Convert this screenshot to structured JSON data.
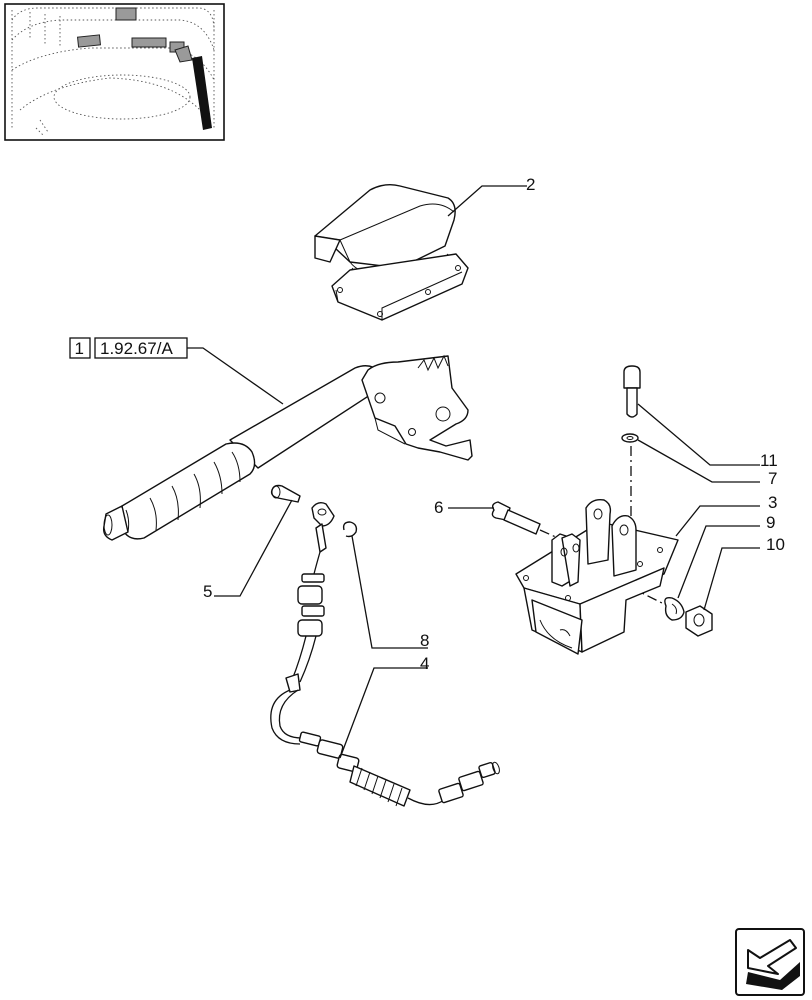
{
  "reference": {
    "box_number": "1",
    "box_code": "1.92.67/A"
  },
  "callouts": [
    "2",
    "11",
    "7",
    "6",
    "3",
    "9",
    "10",
    "5",
    "8",
    "4"
  ],
  "colors": {
    "ink": "#111111",
    "paper": "#ffffff",
    "highlight": "#9a9a9a"
  },
  "icons": {
    "thumbnail": "tractor-cab-location-thumbnail",
    "navigation": "next-page-arrow-icon"
  }
}
